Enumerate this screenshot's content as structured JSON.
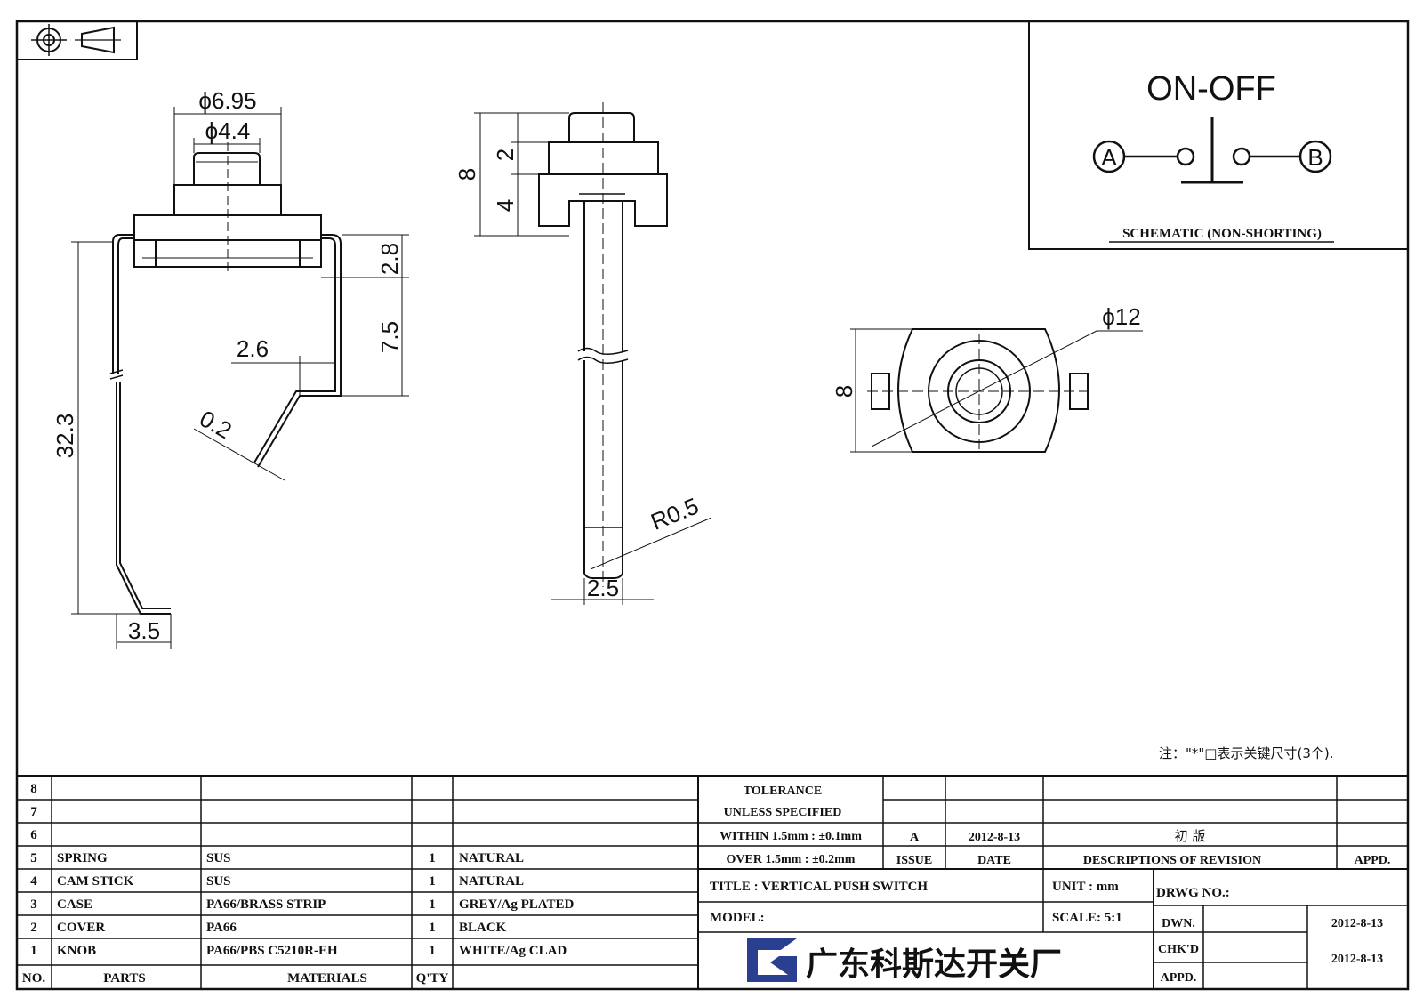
{
  "dimensions": {
    "knob_outer_dia": "ϕ6.95",
    "knob_inner_dia": "ϕ4.4",
    "spring_height": "2.8",
    "spring_drop": "7.5",
    "spring_offset": "2.6",
    "spring_thickness": "0.2",
    "total_length": "32.3",
    "foot_width": "3.5",
    "cam_total": "8",
    "cam_top": "2",
    "cam_mid": "4",
    "stick_radius": "R0.5",
    "stick_width": "2.5",
    "top_dia": "ϕ12",
    "top_height": "8"
  },
  "schematic": {
    "title": "ON-OFF",
    "terminal_a": "A",
    "terminal_b": "B",
    "caption": "SCHEMATIC (NON-SHORTING)"
  },
  "note": "注：\"*\"□表示关键尺寸(3个).",
  "bom": {
    "rows": [
      {
        "no": "8",
        "part": "",
        "material": "",
        "qty": "",
        "finish": ""
      },
      {
        "no": "7",
        "part": "",
        "material": "",
        "qty": "",
        "finish": ""
      },
      {
        "no": "6",
        "part": "",
        "material": "",
        "qty": "",
        "finish": ""
      },
      {
        "no": "5",
        "part": "SPRING",
        "material": "SUS",
        "qty": "1",
        "finish": "NATURAL"
      },
      {
        "no": "4",
        "part": "CAM STICK",
        "material": "SUS",
        "qty": "1",
        "finish": "NATURAL"
      },
      {
        "no": "3",
        "part": "CASE",
        "material": "PA66/BRASS STRIP",
        "qty": "1",
        "finish": "GREY/Ag PLATED"
      },
      {
        "no": "2",
        "part": "COVER",
        "material": "PA66",
        "qty": "1",
        "finish": "BLACK"
      },
      {
        "no": "1",
        "part": "KNOB",
        "material": "PA66/PBS C5210R-EH",
        "qty": "1",
        "finish": "WHITE/Ag CLAD"
      }
    ],
    "headers": {
      "no": "NO.",
      "parts": "PARTS",
      "materials": "MATERIALS",
      "qty": "Q'TY"
    }
  },
  "tolerance": {
    "line1": "TOLERANCE",
    "line2": "UNLESS SPECIFIED",
    "within": "WITHIN 1.5mm : ±0.1mm",
    "over": "OVER 1.5mm : ±0.2mm"
  },
  "revision": {
    "issue": "A",
    "date": "2012-8-13",
    "description": "初 版",
    "issue_label": "ISSUE",
    "date_label": "DATE",
    "desc_label": "DESCRIPTIONS OF REVISION",
    "appd_label": "APPD."
  },
  "title_block": {
    "title": "TITLE :  VERTICAL PUSH SWITCH",
    "unit": "UNIT :  mm",
    "drwg_no": "DRWG NO.:",
    "model": "MODEL:",
    "scale": "SCALE:  5:1",
    "dwn_label": "DWN.",
    "dwn_date": "2012-8-13",
    "chkd_label": "CHK'D",
    "chkd_date": "2012-8-13",
    "appd_label": "APPD.",
    "company": "广东科斯达开关厂"
  },
  "colors": {
    "ink": "#111111",
    "logo_blue": "#2a3f8f"
  }
}
